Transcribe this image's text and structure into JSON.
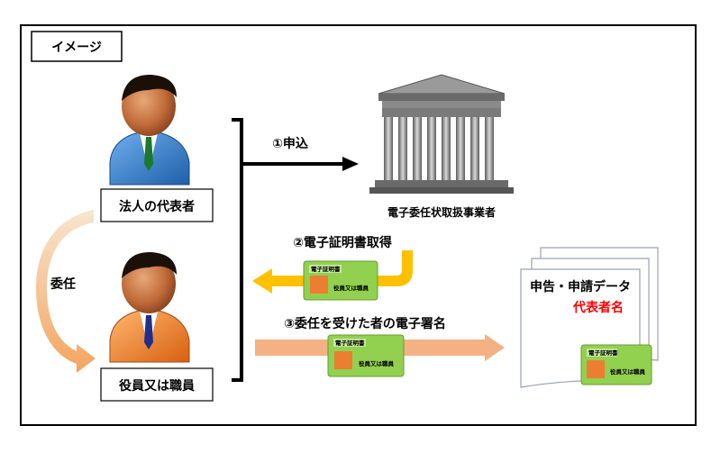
{
  "title": "イメージ",
  "actors": {
    "representative": "法人の代表者",
    "staff": "役員又は職員"
  },
  "delegation_label": "委任",
  "agency_label": "電子委任状取扱事業者",
  "steps": {
    "apply": "①申込",
    "obtain_cert": "②電子証明書取得",
    "sign": "③委任を受けた者の電子署名"
  },
  "certificate": {
    "title": "電子証明書",
    "holder": "役員又は職員"
  },
  "document": {
    "title": "申告・申請データ",
    "signer_label": "代表者名"
  },
  "colors": {
    "border": "#000000",
    "arrow_black": "#000000",
    "arrow_yellow": "#ffc000",
    "arrow_salmon": "#f4b183",
    "delegation_gradient_top": "#f7e3c8",
    "delegation_gradient_bottom": "#f4a460",
    "card_fill": "#92d050",
    "card_photo": "#ed7d31",
    "red_text": "#ff0000",
    "suit_blue": "#2e75b6",
    "suit_orange": "#ed7d31",
    "building_gray": "#808080"
  },
  "icons": {
    "person": "businessman-icon",
    "building": "bank-building-icon",
    "certificate": "certificate-card-icon",
    "document": "document-stack-icon"
  }
}
